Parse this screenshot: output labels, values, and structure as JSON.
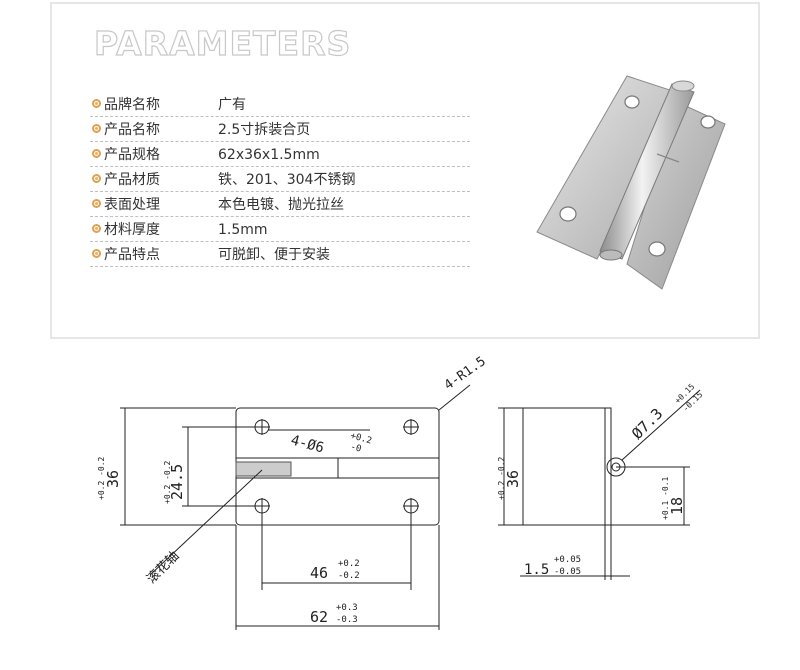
{
  "title": "PARAMETERS",
  "params": [
    {
      "label": "品牌名称",
      "value": "广有"
    },
    {
      "label": "产品名称",
      "value": "2.5寸拆装合页"
    },
    {
      "label": "产品规格",
      "value": "62x36x1.5mm"
    },
    {
      "label": "产品材质",
      "value": "铁、201、304不锈钢"
    },
    {
      "label": "表面处理",
      "value": "本色电镀、抛光拉丝"
    },
    {
      "label": "材料厚度",
      "value": "1.5mm"
    },
    {
      "label": "产品特点",
      "value": "可脱卸、便于安装"
    }
  ],
  "drawing": {
    "corner_radius": "4-R1.5",
    "hole_dia": "4-Ø6",
    "hole_tol_up": "+0.2",
    "hole_tol_down": "-0",
    "height_total": "36",
    "height_tol": "+0.2 -0.2",
    "height_inner": "24.5",
    "inner_tol": "+0.2 -0.2",
    "knurl_label": "滚花轴",
    "hole_spacing": "46",
    "spacing_tol_up": "+0.2",
    "spacing_tol_down": "-0.2",
    "width_total": "62",
    "width_tol_up": "+0.3",
    "width_tol_down": "-0.3",
    "side_height": "36",
    "side_height_tol": "+0.2 -0.2",
    "pin_dia": "Ø7.3",
    "pin_tol_up": "+0.15",
    "pin_tol_down": "-0.15",
    "pin_height": "18",
    "pin_height_tol": "+0.1 -0.1",
    "thickness": "1.5",
    "thick_tol_up": "+0.05",
    "thick_tol_down": "-0.05"
  }
}
